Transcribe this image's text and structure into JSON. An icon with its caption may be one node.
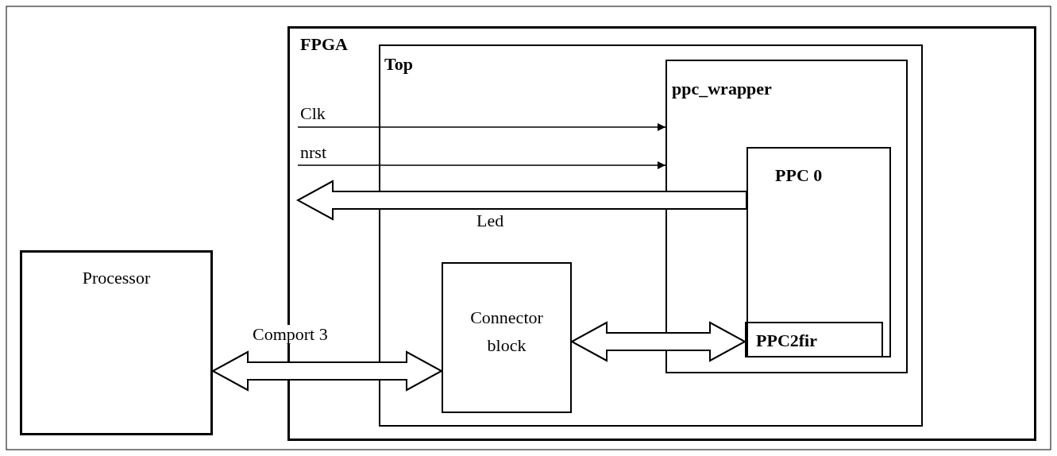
{
  "diagram": {
    "nodes": [
      {
        "text": [
          "Processor"
        ]
      },
      {
        "text": [
          "FPGA"
        ]
      },
      {
        "text": [
          "Top"
        ],
        "in": 1
      },
      {
        "text": [
          "ppc_wrapper"
        ],
        "in": 2
      },
      {
        "text": [
          "PPC 0"
        ],
        "in": 3
      },
      {
        "text": [
          "PPC2fir"
        ],
        "in": 4
      },
      {
        "text": [
          "Connector block"
        ],
        "in": 2
      }
    ],
    "edges": [
      {
        "from": null,
        "to": 3,
        "arrow": "to",
        "label": "Clk"
      },
      {
        "from": null,
        "to": 3,
        "arrow": "to",
        "label": "nrst"
      },
      {
        "from": 4,
        "to": null,
        "arrow": "to",
        "label": "Led",
        "style": "thick"
      },
      {
        "from": 0,
        "to": 6,
        "arrow": "both",
        "label": "Comport 3",
        "style": "thick"
      },
      {
        "from": 6,
        "to": 5,
        "arrow": "both",
        "style": "thick"
      }
    ]
  }
}
